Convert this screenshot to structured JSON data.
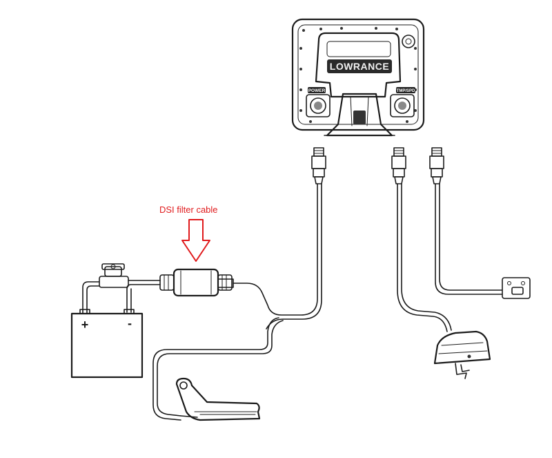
{
  "annotation": {
    "text": "DSI filter cable",
    "color": "#e0191b"
  },
  "unit": {
    "brand": "LOWRANCE",
    "power_port": "POWER",
    "transducer_port": "TMP/SPD"
  },
  "battery": {
    "positive": "+",
    "negative": "-"
  },
  "colors": {
    "line": "#1a1a1a",
    "background": "#ffffff"
  }
}
